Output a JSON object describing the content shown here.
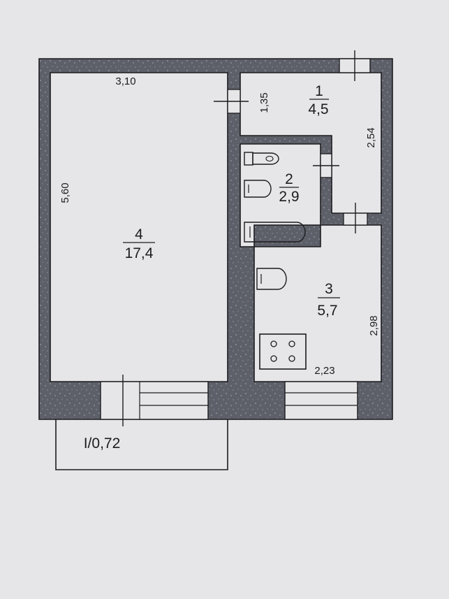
{
  "rooms": [
    {
      "id": "room-1",
      "number": "1",
      "area": "4,5"
    },
    {
      "id": "room-2",
      "number": "2",
      "area": "2,9"
    },
    {
      "id": "room-3",
      "number": "3",
      "area": "5,7"
    },
    {
      "id": "room-4",
      "number": "4",
      "area": "17,4"
    }
  ],
  "dimensions": {
    "room4_width": "3,10",
    "room4_length": "5,60",
    "room1_width": "1,35",
    "room1_length": "2,54",
    "room3_length": "2,98",
    "room3_width": "2,23"
  },
  "balcony": {
    "label": "I/0,72"
  },
  "colors": {
    "paper": "#e6e6e8",
    "wall_fill": "#5d6068",
    "line": "#1c1c20"
  }
}
